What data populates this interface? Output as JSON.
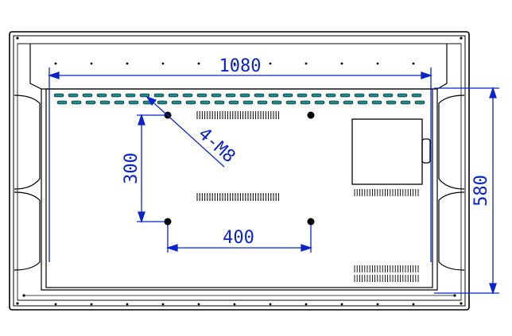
{
  "drawing": {
    "dimensions": {
      "width_label": "1080",
      "height_label": "580",
      "vesa_horizontal_label": "400",
      "vesa_vertical_label": "300",
      "screw_label": "4-M8"
    },
    "colors": {
      "line": "#000000",
      "dimension": "#0a24c8",
      "background": "#ffffff"
    }
  }
}
